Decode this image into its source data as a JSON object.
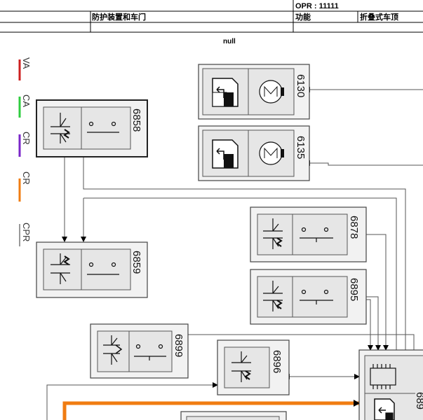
{
  "header": {
    "opr_label": "OPR : 11111",
    "section_title": "防护装置和车门",
    "function_label": "功能",
    "function_value": "折叠式车顶",
    "caption": "null"
  },
  "legend": [
    {
      "label": "VA",
      "color": "#cc1f1f"
    },
    {
      "label": "CA",
      "color": "#2fcc3f"
    },
    {
      "label": "CR",
      "color": "#7a26c8"
    },
    {
      "label": "CR",
      "color": "#f07c12"
    },
    {
      "label": "CPR",
      "color": "#777777"
    }
  ],
  "components": [
    {
      "id": "6130",
      "type": "motor"
    },
    {
      "id": "6135",
      "type": "motor"
    },
    {
      "id": "6858",
      "type": "switch"
    },
    {
      "id": "6859",
      "type": "switch"
    },
    {
      "id": "6878",
      "type": "switch"
    },
    {
      "id": "6895",
      "type": "switch"
    },
    {
      "id": "6899",
      "type": "switch-alt"
    },
    {
      "id": "6896",
      "type": "switch"
    },
    {
      "id": "689",
      "type": "ecu"
    }
  ],
  "colors": {
    "orange_wire": "#f07c12",
    "panel": "#e6e6e6",
    "line": "#555555"
  }
}
